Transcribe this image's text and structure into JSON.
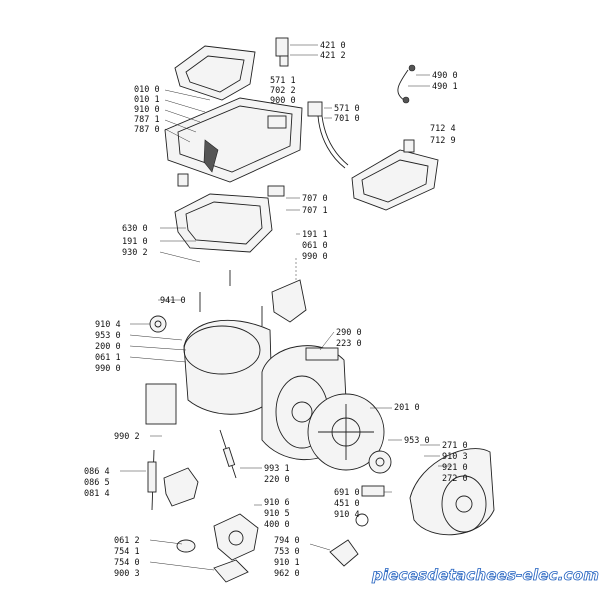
{
  "labels": [
    "421 0",
    "421 2",
    "571 1",
    "702 2",
    "900 0",
    "010 0",
    "010 1",
    "910 0",
    "787 1",
    "787 0",
    "571 0",
    "701 0",
    "490 0",
    "490 1",
    "712 4",
    "712 9",
    "707 0",
    "707 1",
    "630 0",
    "191 0",
    "930 2",
    "191 1",
    "061 0",
    "990 0",
    "941 0",
    "910 4",
    "953 0",
    "200 0",
    "061 1",
    "990 0",
    "290 0",
    "223 0",
    "201 0",
    "990 2",
    "953 0",
    "271 0",
    "910 3",
    "921 0",
    "272 0",
    "993 1",
    "220 0",
    "086 4",
    "086 5",
    "081 4",
    "691 0",
    "451 0",
    "910 4",
    "910 6",
    "910 5",
    "400 0",
    "061 2",
    "754 1",
    "754 0",
    "900 3",
    "794 0",
    "753 0",
    "910 1",
    "962 0"
  ],
  "watermark": "piecesdetachees-elec.com"
}
